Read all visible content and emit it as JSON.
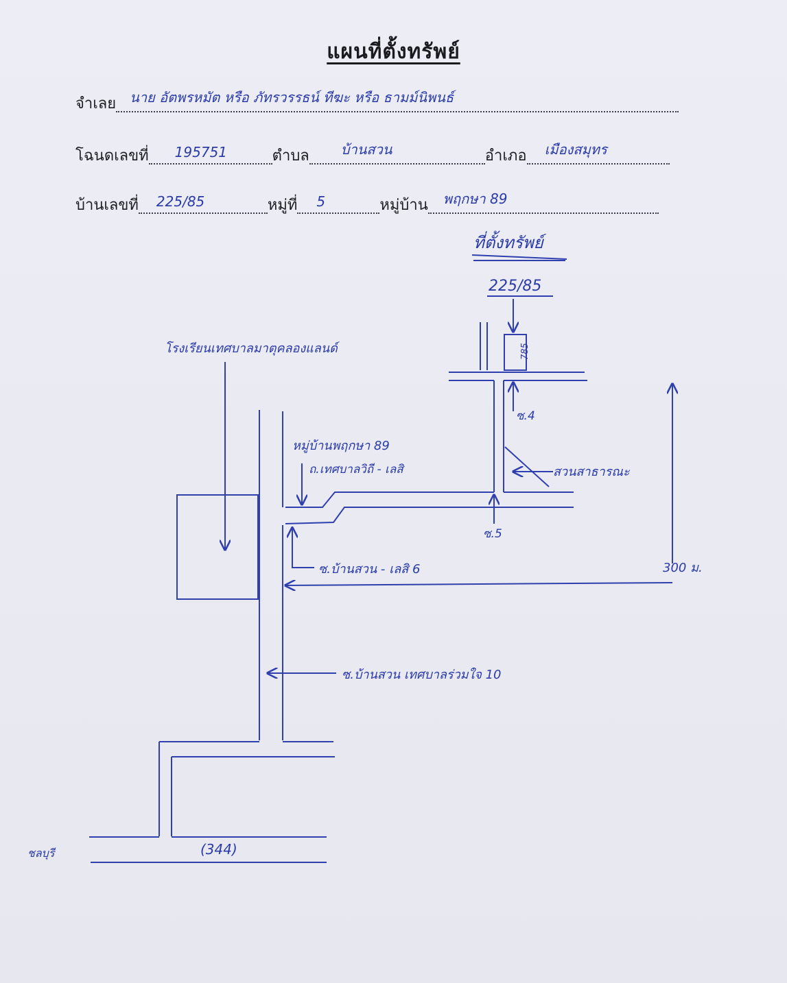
{
  "title": "แผนที่ตั้งทรัพย์",
  "form": {
    "defendant": {
      "label": "จำเลย",
      "value": "นาย อัตพรหมัต หรือ ภัทรวรรธน์ ทีฆะ หรือ ธามม์นิพนธ์"
    },
    "deed": {
      "label": "โฉนดเลขที่",
      "value": "195751"
    },
    "tambon": {
      "label": "ตำบล",
      "value": "บ้านสวน"
    },
    "amphoe": {
      "label": "อำเภอ",
      "value": "เมืองสมุทร"
    },
    "house_no": {
      "label": "บ้านเลขที่",
      "value": "225/85"
    },
    "moo": {
      "label": "หมู่ที่",
      "value": "5"
    },
    "village": {
      "label": "หมู่บ้าน",
      "value": "พฤกษา 89"
    }
  },
  "map": {
    "property_label": "ที่ตั้งทรัพย์",
    "house_number": "225/85",
    "plot_number": "785",
    "school_label": "โรงเรียนเทศบาลมาตุคลองแลนด์",
    "village_label": "หมู่บ้านพฤกษา 89",
    "village_road_label": "ถ.เทศบาลวิถี - เลสิ",
    "soi_4_label": "ซ.4",
    "garden_label": "สวนสาธารณะ",
    "soi_5_label": "ซ.5",
    "soi_6_label": "ซ.บ้านสวน - เลสิ 6",
    "distance_label": "300 ม.",
    "soi_10_label": "ซ.บ้านสวน เทศบาลร่วมใจ 10",
    "highway_label": "(344)",
    "direction_label": "ชลบุรี",
    "ink_color": "#2f3fae"
  }
}
